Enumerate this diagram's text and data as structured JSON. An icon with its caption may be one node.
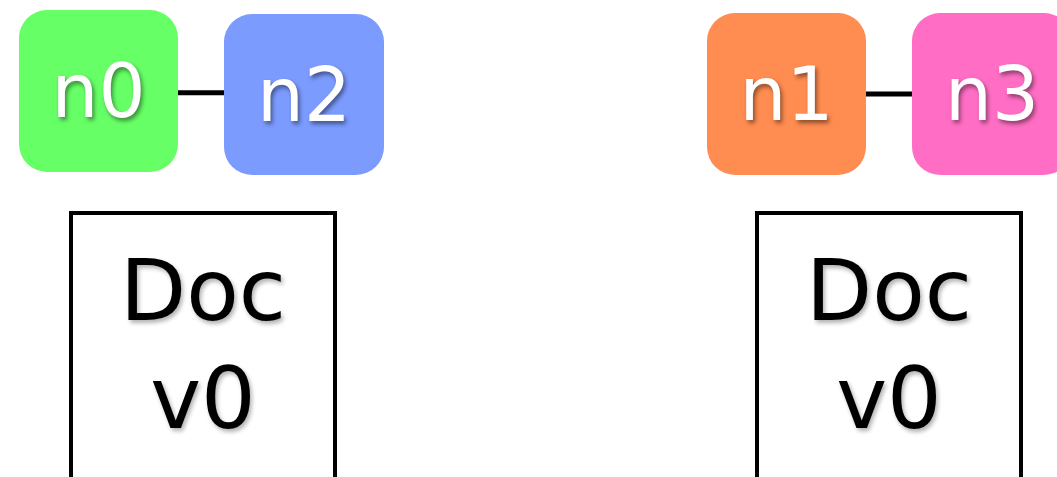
{
  "diagram": {
    "nodes": [
      {
        "text": [
          "n0"
        ]
      },
      {
        "text": [
          "n2"
        ]
      },
      {
        "text": [
          "n1"
        ]
      },
      {
        "text": [
          "n3"
        ]
      },
      {
        "text": [
          "Doc v0"
        ]
      },
      {
        "text": [
          "Doc v0"
        ]
      }
    ],
    "edges": [
      {
        "from": 0,
        "to": 1,
        "arrow": "none"
      },
      {
        "from": 2,
        "to": 3,
        "arrow": "none"
      }
    ]
  }
}
